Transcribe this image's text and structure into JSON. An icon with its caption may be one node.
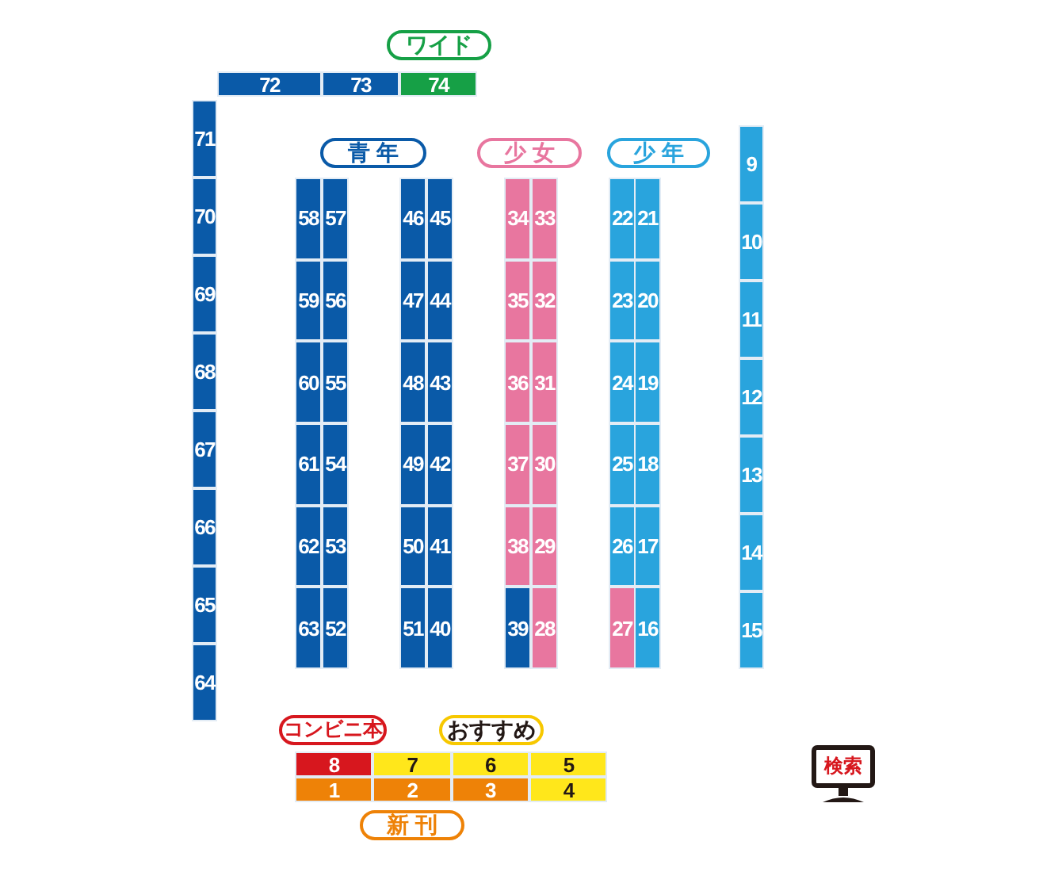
{
  "diagram": {
    "nodes": [
      {
        "text": [
          "ワイド"
        ]
      },
      {
        "text": [
          "72"
        ]
      },
      {
        "text": [
          "73"
        ]
      },
      {
        "text": [
          "74"
        ]
      },
      {
        "text": [
          "71"
        ]
      },
      {
        "text": [
          "70"
        ]
      },
      {
        "text": [
          "69"
        ]
      },
      {
        "text": [
          "68"
        ]
      },
      {
        "text": [
          "67"
        ]
      },
      {
        "text": [
          "66"
        ]
      },
      {
        "text": [
          "65"
        ]
      },
      {
        "text": [
          "64"
        ]
      },
      {
        "text": [
          "青 年"
        ]
      },
      {
        "text": [
          "少 女"
        ]
      },
      {
        "text": [
          "少 年"
        ]
      },
      {
        "text": [
          "58"
        ]
      },
      {
        "text": [
          "59"
        ]
      },
      {
        "text": [
          "60"
        ]
      },
      {
        "text": [
          "61"
        ]
      },
      {
        "text": [
          "62"
        ]
      },
      {
        "text": [
          "63"
        ]
      },
      {
        "text": [
          "57"
        ]
      },
      {
        "text": [
          "56"
        ]
      },
      {
        "text": [
          "55"
        ]
      },
      {
        "text": [
          "54"
        ]
      },
      {
        "text": [
          "53"
        ]
      },
      {
        "text": [
          "52"
        ]
      },
      {
        "text": [
          "46"
        ]
      },
      {
        "text": [
          "47"
        ]
      },
      {
        "text": [
          "48"
        ]
      },
      {
        "text": [
          "49"
        ]
      },
      {
        "text": [
          "50"
        ]
      },
      {
        "text": [
          "51"
        ]
      },
      {
        "text": [
          "45"
        ]
      },
      {
        "text": [
          "44"
        ]
      },
      {
        "text": [
          "43"
        ]
      },
      {
        "text": [
          "42"
        ]
      },
      {
        "text": [
          "41"
        ]
      },
      {
        "text": [
          "40"
        ]
      },
      {
        "text": [
          "34"
        ]
      },
      {
        "text": [
          "35"
        ]
      },
      {
        "text": [
          "36"
        ]
      },
      {
        "text": [
          "37"
        ]
      },
      {
        "text": [
          "38"
        ]
      },
      {
        "text": [
          "39"
        ]
      },
      {
        "text": [
          "33"
        ]
      },
      {
        "text": [
          "32"
        ]
      },
      {
        "text": [
          "31"
        ]
      },
      {
        "text": [
          "30"
        ]
      },
      {
        "text": [
          "29"
        ]
      },
      {
        "text": [
          "28"
        ]
      },
      {
        "text": [
          "22"
        ]
      },
      {
        "text": [
          "23"
        ]
      },
      {
        "text": [
          "24"
        ]
      },
      {
        "text": [
          "25"
        ]
      },
      {
        "text": [
          "26"
        ]
      },
      {
        "text": [
          "27"
        ]
      },
      {
        "text": [
          "21"
        ]
      },
      {
        "text": [
          "20"
        ]
      },
      {
        "text": [
          "19"
        ]
      },
      {
        "text": [
          "18"
        ]
      },
      {
        "text": [
          "17"
        ]
      },
      {
        "text": [
          "16"
        ]
      },
      {
        "text": [
          "9"
        ]
      },
      {
        "text": [
          "10"
        ]
      },
      {
        "text": [
          "11"
        ]
      },
      {
        "text": [
          "12"
        ]
      },
      {
        "text": [
          "13"
        ]
      },
      {
        "text": [
          "14"
        ]
      },
      {
        "text": [
          "15"
        ]
      },
      {
        "text": [
          "コンビニ本"
        ]
      },
      {
        "text": [
          "おすすめ"
        ]
      },
      {
        "text": [
          "8"
        ]
      },
      {
        "text": [
          "7"
        ]
      },
      {
        "text": [
          "6"
        ]
      },
      {
        "text": [
          "5"
        ]
      },
      {
        "text": [
          "1"
        ]
      },
      {
        "text": [
          "2"
        ]
      },
      {
        "text": [
          "3"
        ]
      },
      {
        "text": [
          "4"
        ]
      },
      {
        "text": [
          "新 刊"
        ]
      },
      {
        "text": [
          "検索"
        ]
      }
    ]
  }
}
